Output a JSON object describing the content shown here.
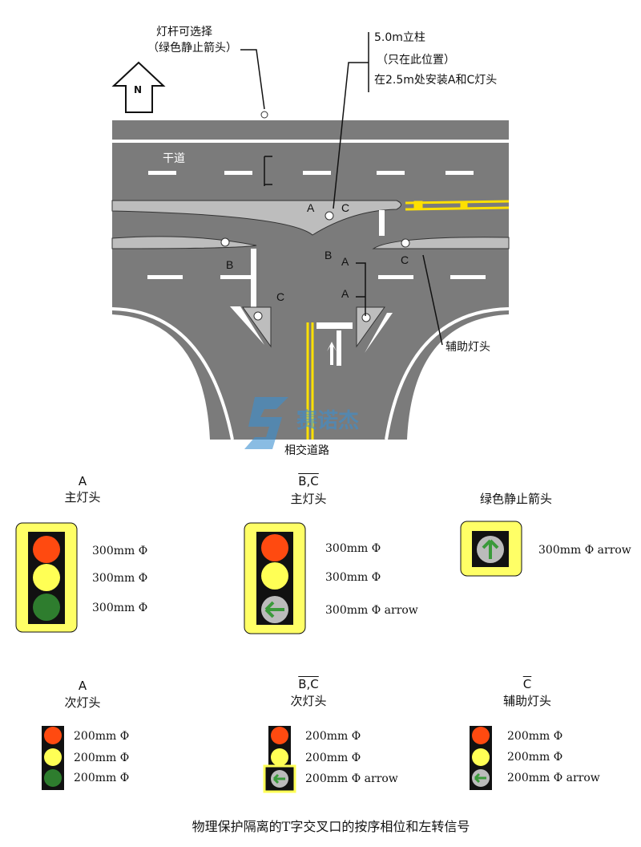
{
  "annotations": {
    "pole_option_line1": "灯杆可选择",
    "pole_option_line2": "（绿色静止箭头）",
    "post_line1": "5.0m立柱",
    "post_line2": "（只在此位置）",
    "post_line3": "在2.5m处安装A和C灯头",
    "north": "N",
    "main_road": "干道",
    "aux_head": "辅助灯头",
    "cross_road": "相交道路",
    "watermark": "赛诺杰"
  },
  "map_labels": {
    "a": "A",
    "b": "B",
    "c": "C"
  },
  "signals": {
    "main_a": {
      "code": "A",
      "title": "主灯头",
      "sizes": [
        "300mm Φ",
        "300mm Φ",
        "300mm Φ"
      ]
    },
    "main_bc": {
      "code": "B,C",
      "title": "主灯头",
      "sizes": [
        "300mm Φ",
        "300mm Φ",
        "300mm Φ arrow"
      ]
    },
    "green_arrow": {
      "title": "绿色静止箭头",
      "sizes": [
        "300mm Φ arrow"
      ]
    },
    "sec_a": {
      "code": "A",
      "title": "次灯头",
      "sizes": [
        "200mm Φ",
        "200mm Φ",
        "200mm Φ"
      ]
    },
    "sec_bc": {
      "code": "B,C",
      "title": "次灯头",
      "sizes": [
        "200mm Φ",
        "200mm Φ",
        "200mm Φ arrow"
      ]
    },
    "aux_c": {
      "code": "C",
      "title": "辅助灯头",
      "sizes": [
        "200mm Φ",
        "200mm Φ",
        "200mm Φ arrow"
      ]
    }
  },
  "caption": "物理保护隔离的T字交叉口的按序相位和左转信号",
  "colors": {
    "road": "#7b7b7b",
    "island": "#bdbdbd",
    "housing": "#ffff66",
    "red": "#ff4a10",
    "yellow": "#ffff55",
    "green": "#2e7d2e",
    "arrow": "#3a9a3a"
  }
}
